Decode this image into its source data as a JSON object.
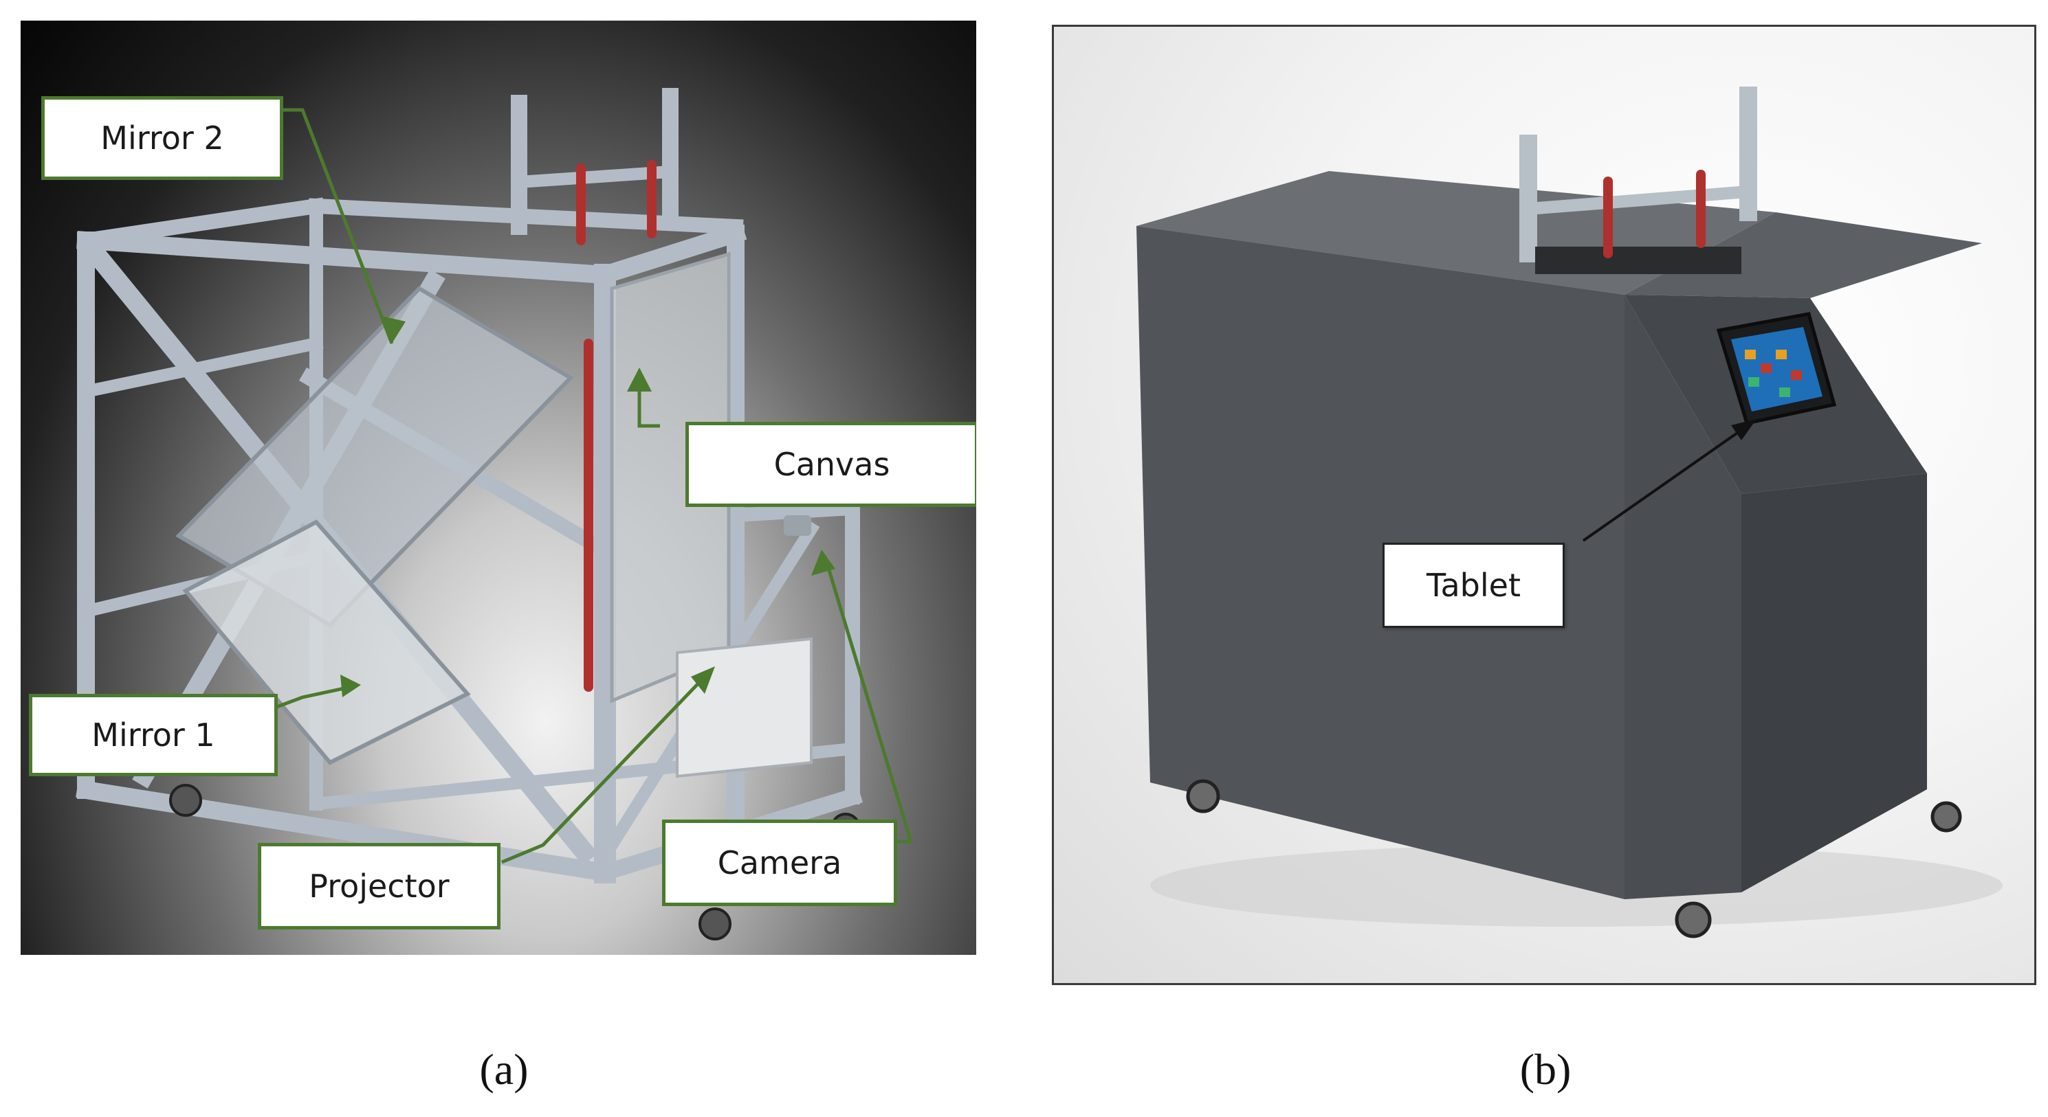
{
  "panel_a": {
    "labels": {
      "mirror2": "Mirror 2",
      "canvas": "Canvas",
      "mirror1": "Mirror 1",
      "projector": "Projector",
      "camera": "Camera"
    },
    "caption": "(a)",
    "callout_color": "#4c7a2e"
  },
  "panel_b": {
    "labels": {
      "tablet": "Tablet"
    },
    "caption": "(b)"
  }
}
